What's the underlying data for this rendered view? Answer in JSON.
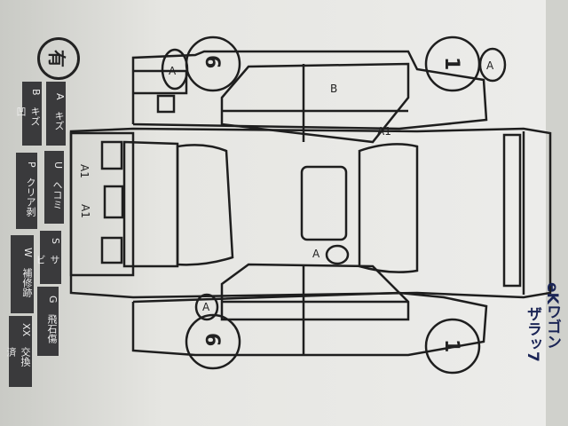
{
  "status_mark": "有",
  "legend": [
    {
      "code": "A",
      "label": "キズ"
    },
    {
      "code": "B",
      "label": "キズ凹"
    },
    {
      "code": "U",
      "label": "ヘコミ"
    },
    {
      "code": "P",
      "label": "クリア剥"
    },
    {
      "code": "S",
      "label": "サビ"
    },
    {
      "code": "W",
      "label": "補修跡"
    },
    {
      "code": "G",
      "label": "飛石傷"
    },
    {
      "code": "XX",
      "label": "交換済"
    }
  ],
  "tires": {
    "rear_left": "6",
    "front_left": "1",
    "rear_right": "6",
    "front_right": "1"
  },
  "marks": {
    "a1": "A",
    "a2": "A",
    "a3": "A",
    "b1": "B",
    "a_door": "A1",
    "a_roof": "A",
    "a_hood": "A1",
    "a_front": "A1"
  },
  "notes": {
    "model": "eKワゴン",
    "grade": "ザラッ7"
  }
}
